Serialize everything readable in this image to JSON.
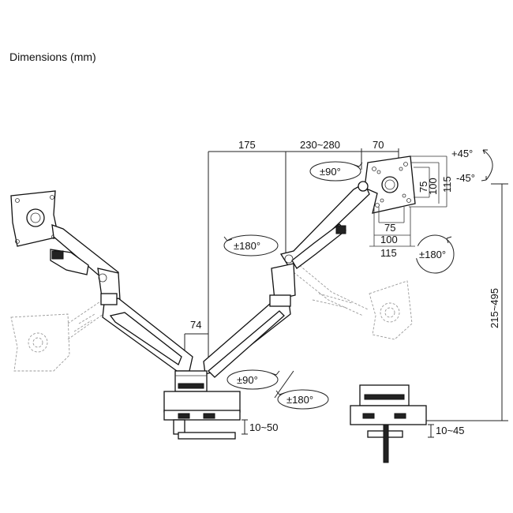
{
  "title": "Dimensions (mm)",
  "dimensions": {
    "arm_reach_1": "175",
    "arm_reach_2": "230~280",
    "plate_offset": "70",
    "pole_width": "74",
    "height_range": "215~495",
    "clamp_range": "10~50",
    "grommet_range": "10~45",
    "vesa_vertical_75": "75",
    "vesa_vertical_100": "100",
    "vesa_vertical_115": "115",
    "vesa_horizontal_75": "75",
    "vesa_horizontal_100": "100",
    "vesa_horizontal_115": "115"
  },
  "rotations": {
    "tilt_up": "+45°",
    "tilt_down": "-45°",
    "swivel_head": "±90°",
    "rotate_screen": "±180°",
    "swivel_arm": "±180°",
    "swivel_base": "±90°",
    "swivel_lower": "±180°"
  }
}
